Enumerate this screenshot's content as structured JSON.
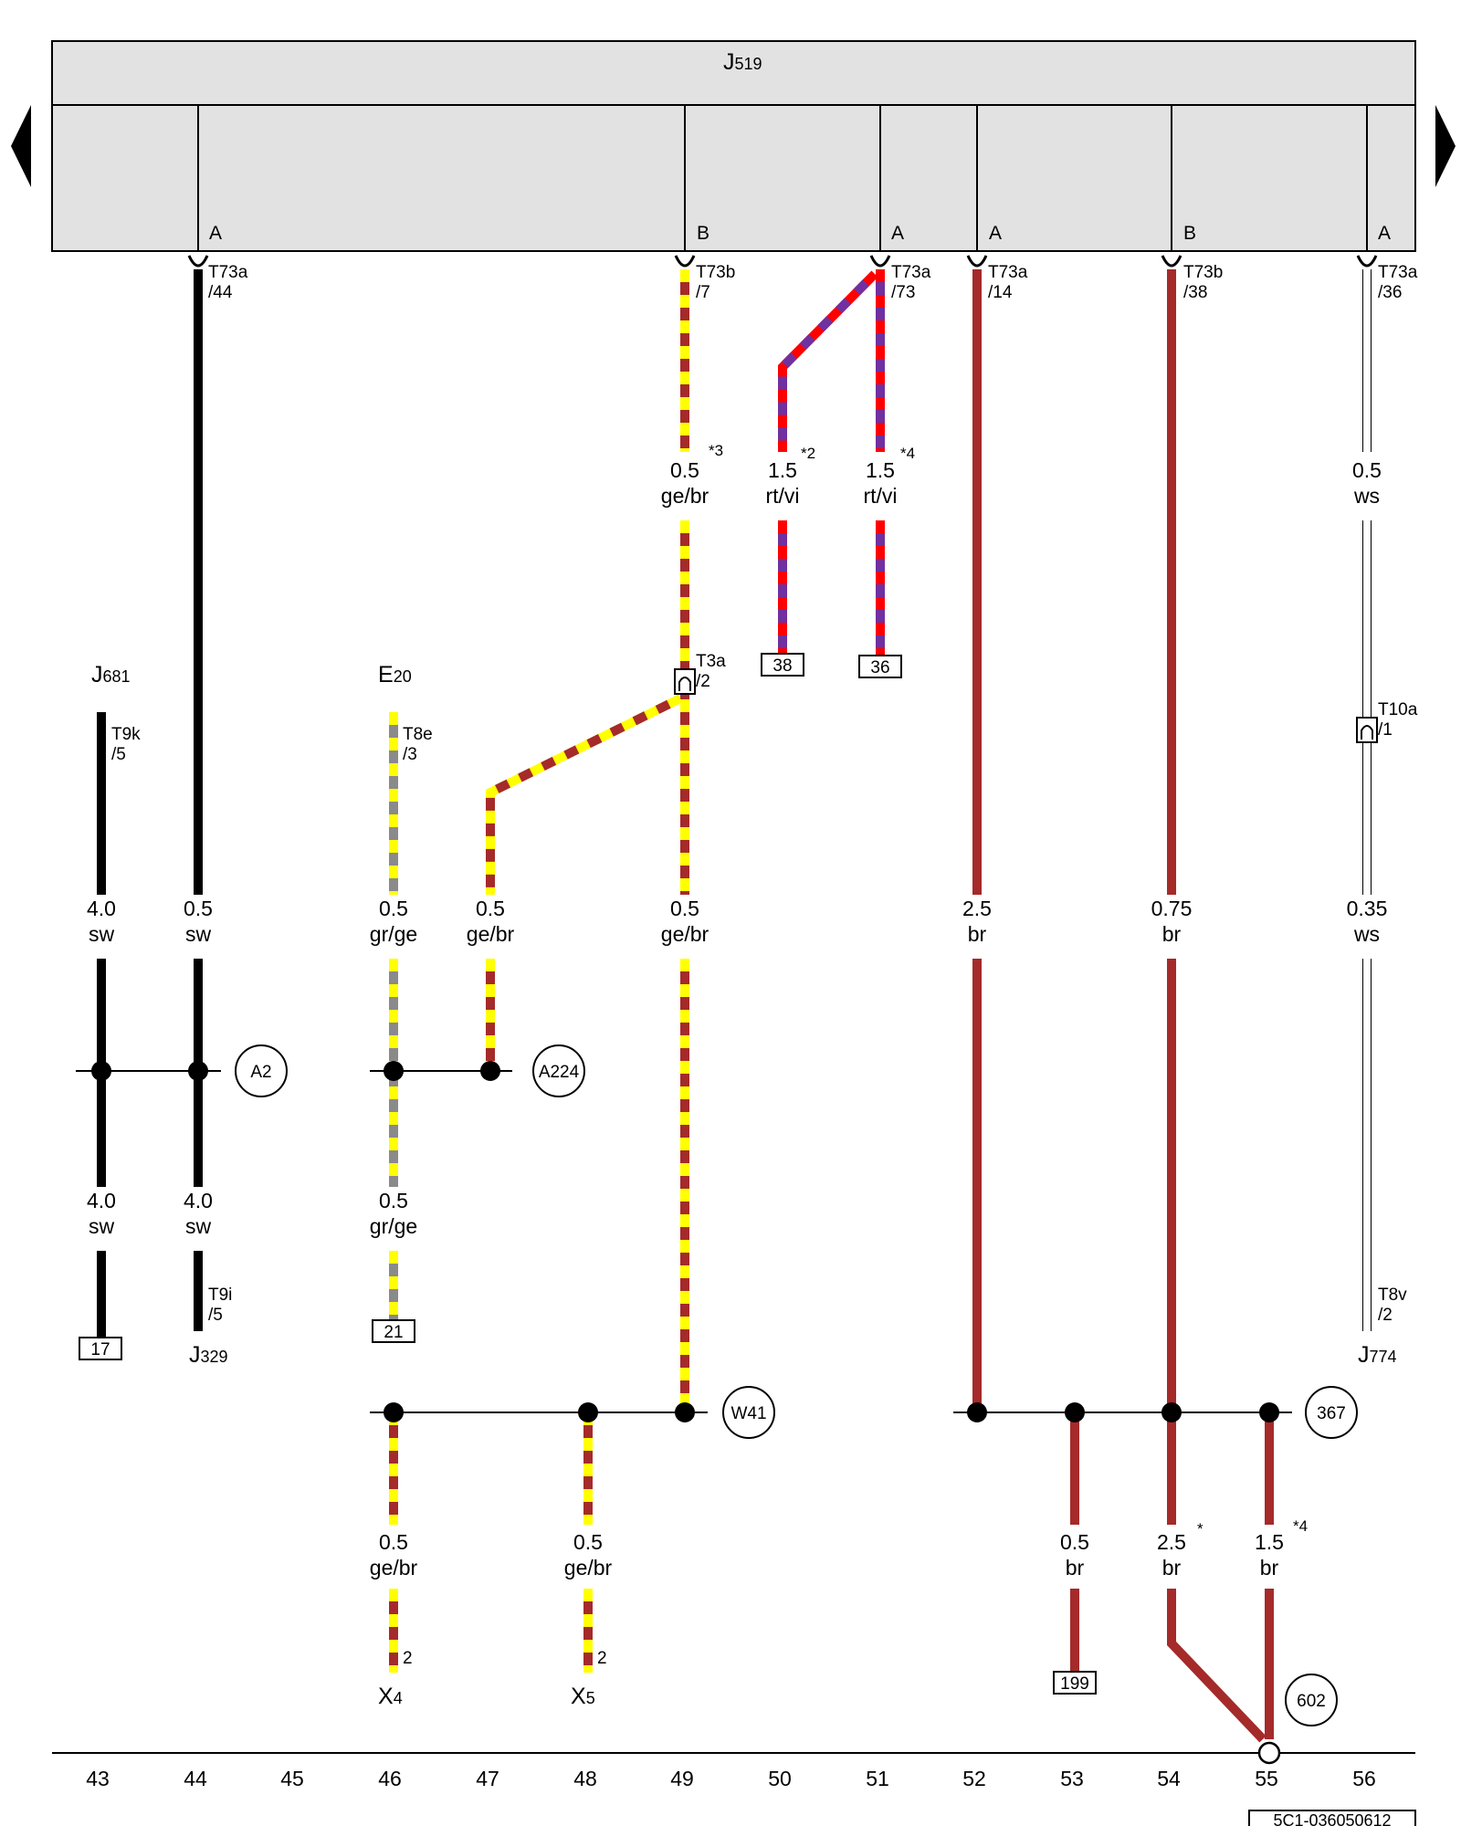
{
  "module": {
    "main": "J",
    "sub": "519"
  },
  "connector_sides": [
    "A",
    "B",
    "A",
    "A",
    "B",
    "A"
  ],
  "pins": [
    {
      "name": "T73a",
      "pin": "/44"
    },
    {
      "name": "T73b",
      "pin": "/7"
    },
    {
      "name": "T73a",
      "pin": "/73"
    },
    {
      "name": "T73a",
      "pin": "/14"
    },
    {
      "name": "T73b",
      "pin": "/38"
    },
    {
      "name": "T73a",
      "pin": "/36"
    }
  ],
  "wires": [
    {
      "size": "0.5",
      "color": "ge/br",
      "note": "*3"
    },
    {
      "size": "1.5",
      "color": "rt/vi",
      "note": "*2"
    },
    {
      "size": "1.5",
      "color": "rt/vi",
      "note": "*4"
    },
    {
      "size": "0.5",
      "color": "ws",
      "note": ""
    },
    {
      "size": "4.0",
      "color": "sw",
      "note": ""
    },
    {
      "size": "0.5",
      "color": "sw",
      "note": ""
    },
    {
      "size": "0.5",
      "color": "gr/ge",
      "note": ""
    },
    {
      "size": "0.5",
      "color": "ge/br",
      "note": ""
    },
    {
      "size": "0.5",
      "color": "ge/br",
      "note": ""
    },
    {
      "size": "2.5",
      "color": "br",
      "note": ""
    },
    {
      "size": "0.75",
      "color": "br",
      "note": ""
    },
    {
      "size": "0.35",
      "color": "ws",
      "note": ""
    },
    {
      "size": "4.0",
      "color": "sw",
      "note": ""
    },
    {
      "size": "4.0",
      "color": "sw",
      "note": ""
    },
    {
      "size": "0.5",
      "color": "gr/ge",
      "note": ""
    },
    {
      "size": "0.5",
      "color": "ge/br",
      "note": ""
    },
    {
      "size": "0.5",
      "color": "ge/br",
      "note": ""
    },
    {
      "size": "0.5",
      "color": "br",
      "note": ""
    },
    {
      "size": "2.5",
      "color": "br",
      "note": "*"
    },
    {
      "size": "1.5",
      "color": "br",
      "note": "*4"
    }
  ],
  "components": [
    {
      "main": "J",
      "sub": "681"
    },
    {
      "main": "E",
      "sub": "20"
    },
    {
      "main": "J",
      "sub": "329"
    },
    {
      "main": "J",
      "sub": "774"
    },
    {
      "main": "X",
      "sub": "4"
    },
    {
      "main": "X",
      "sub": "5"
    }
  ],
  "component_pins": [
    {
      "name": "T9k",
      "pin": "/5"
    },
    {
      "name": "T8e",
      "pin": "/3"
    },
    {
      "name": "T3a",
      "pin": "/2"
    },
    {
      "name": "T10a",
      "pin": "/1"
    },
    {
      "name": "T9i",
      "pin": "/5"
    },
    {
      "name": "T8v",
      "pin": "/2"
    },
    {
      "name": "2",
      "pin": ""
    },
    {
      "name": "2",
      "pin": ""
    }
  ],
  "refs": [
    "38",
    "36",
    "17",
    "21",
    "199"
  ],
  "nodes": [
    "A2",
    "A224",
    "W41",
    "367",
    "602"
  ],
  "grid": [
    "43",
    "44",
    "45",
    "46",
    "47",
    "48",
    "49",
    "50",
    "51",
    "52",
    "53",
    "54",
    "55",
    "56"
  ],
  "doc_id": "5C1-036050612",
  "colors": {
    "frame_fill": "#e2e2e2",
    "sw": "#000000",
    "br": "#a52a2a",
    "ge": "#ffff00",
    "gr": "#8a8a8a",
    "rt": "#ff0000",
    "vi": "#7030a0",
    "ws": "#ffffff"
  }
}
